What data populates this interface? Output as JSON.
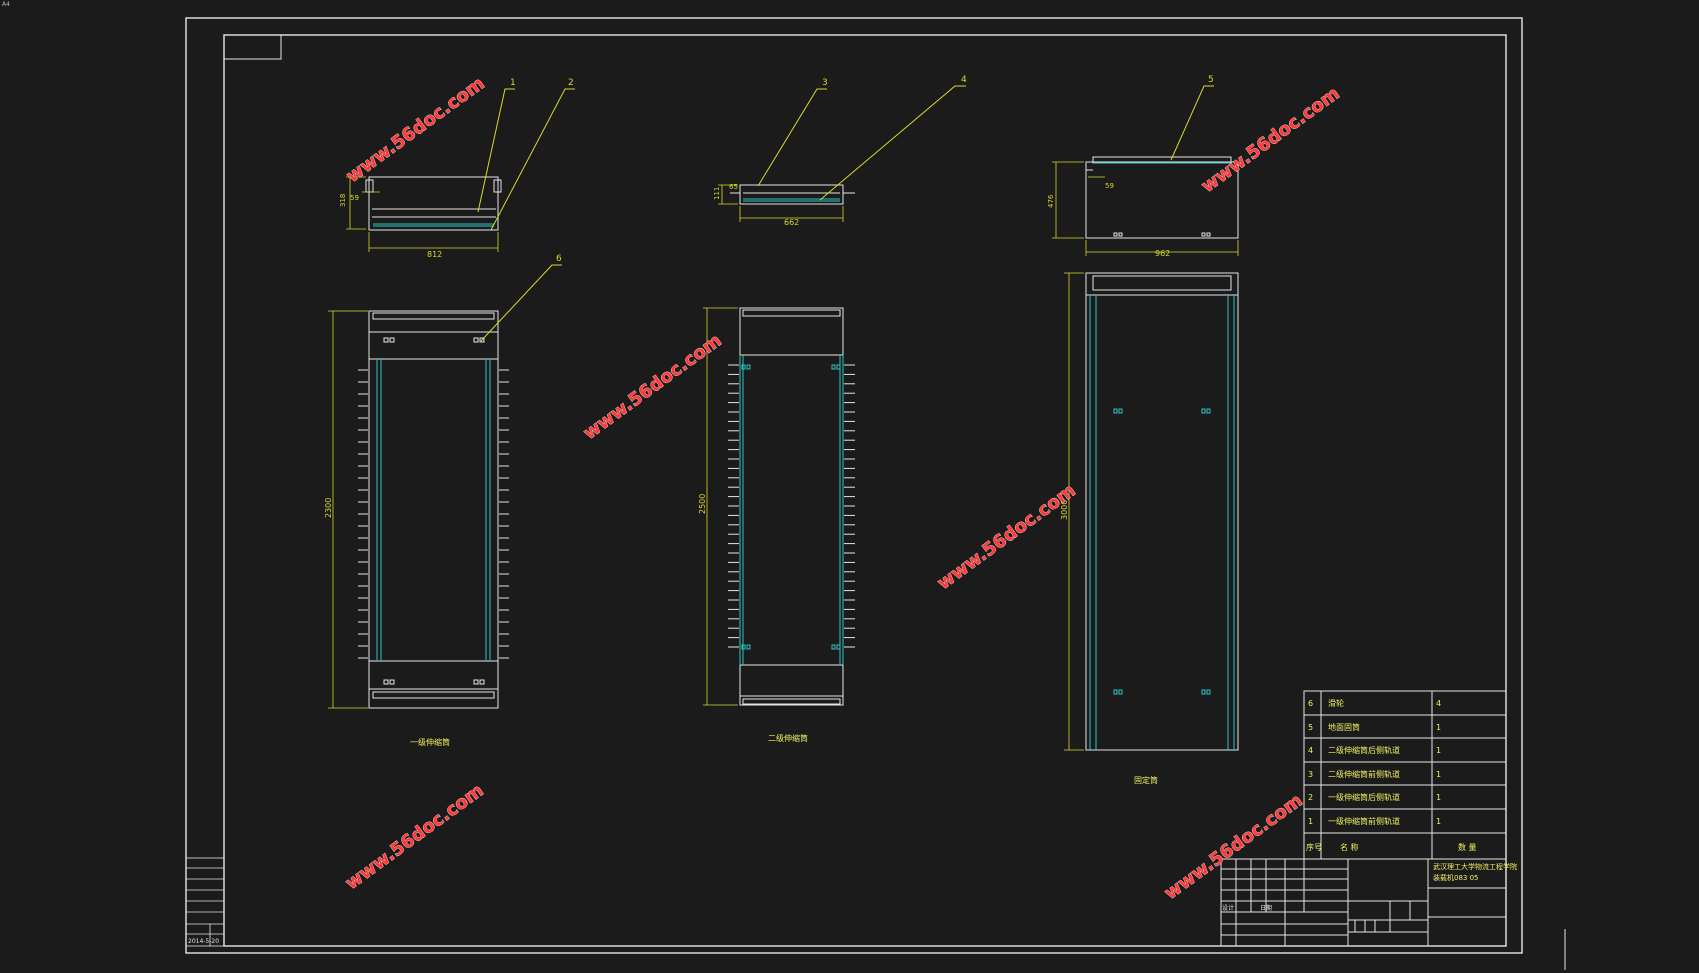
{
  "colors": {
    "background": "#1b1b1b",
    "line": "#e6e6e6",
    "dimension": "#d9d92a",
    "cyan": "#2ec4c4",
    "watermark": "#ff3a3a",
    "tableText": "#f0f060"
  },
  "corner_label": "A4",
  "watermark": "www.56doc.com",
  "views": {
    "v1": {
      "caption": "一级伸缩筒",
      "dim_width": "812",
      "dim_height": "2300",
      "dim_top_h": "318",
      "dim_top_off": "59",
      "callout_1": "1",
      "callout_2": "2",
      "callout_6": "6"
    },
    "v2": {
      "caption": "二级伸缩筒",
      "dim_width": "662",
      "dim_height": "2500",
      "dim_top_h": "111",
      "dim_top_off": "65",
      "callout_3": "3",
      "callout_4": "4"
    },
    "v3": {
      "caption": "固定筒",
      "dim_width": "962",
      "dim_height": "3000",
      "dim_top_h": "476",
      "dim_top_off": "59",
      "callout_5": "5"
    }
  },
  "parts_table": {
    "rows": [
      {
        "no": "6",
        "name": "滑轮",
        "qty": "4"
      },
      {
        "no": "5",
        "name": "地面固筒",
        "qty": "1"
      },
      {
        "no": "4",
        "name": "二级伸缩筒后侧轨道",
        "qty": "1"
      },
      {
        "no": "3",
        "name": "二级伸缩筒前侧轨道",
        "qty": "1"
      },
      {
        "no": "2",
        "name": "一级伸缩筒后侧轨道",
        "qty": "1"
      },
      {
        "no": "1",
        "name": "一级伸缩筒前侧轨道",
        "qty": "1"
      }
    ],
    "header": {
      "no": "序号",
      "name": "名 称",
      "qty": "数 量"
    }
  },
  "title_block": {
    "school_line1": "武汉理工大学物流工程学院",
    "school_line2": "装载机083 05",
    "label_design": "设计",
    "label_date": "日期",
    "left_stamp": "2014-5-20"
  }
}
